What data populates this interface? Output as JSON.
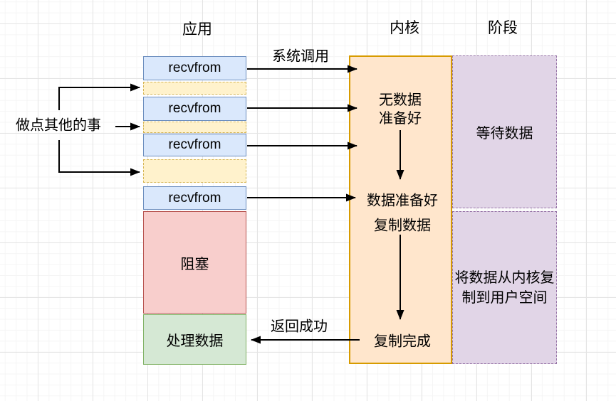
{
  "headers": {
    "application": "应用",
    "kernel": "内核",
    "stage": "阶段"
  },
  "side_note": "做点其他的事",
  "app_column": {
    "recvfrom": [
      "recvfrom",
      "recvfrom",
      "recvfrom",
      "recvfrom"
    ],
    "blocking": "阻塞",
    "process_data": "处理数据"
  },
  "kernel_column": {
    "no_data_lines": [
      "无数据",
      "准备好"
    ],
    "data_ready": "数据准备好",
    "copy_data": "复制数据",
    "copy_done": "复制完成"
  },
  "stage_column": {
    "wait_data": "等待数据",
    "copy_to_user": "将数据从内核复制到用户空间"
  },
  "arrow_labels": {
    "syscall": "系统调用",
    "return_success": "返回成功"
  },
  "colors": {
    "recvfrom_fill": "#dae8fc",
    "recvfrom_border": "#6c8ebf",
    "gap_fill": "#fff2cc",
    "gap_border": "#d6b656",
    "blocking_fill": "#f8cecc",
    "blocking_border": "#b85450",
    "process_fill": "#d5e8d4",
    "process_border": "#82b366",
    "kernel_fill": "#ffe6cc",
    "kernel_border": "#d79b00",
    "stage_fill": "#e1d5e7",
    "stage_border": "#9673a6",
    "arrow": "#000000",
    "grid_major": "#e4e4e4",
    "grid_minor": "#f5f5f5"
  }
}
